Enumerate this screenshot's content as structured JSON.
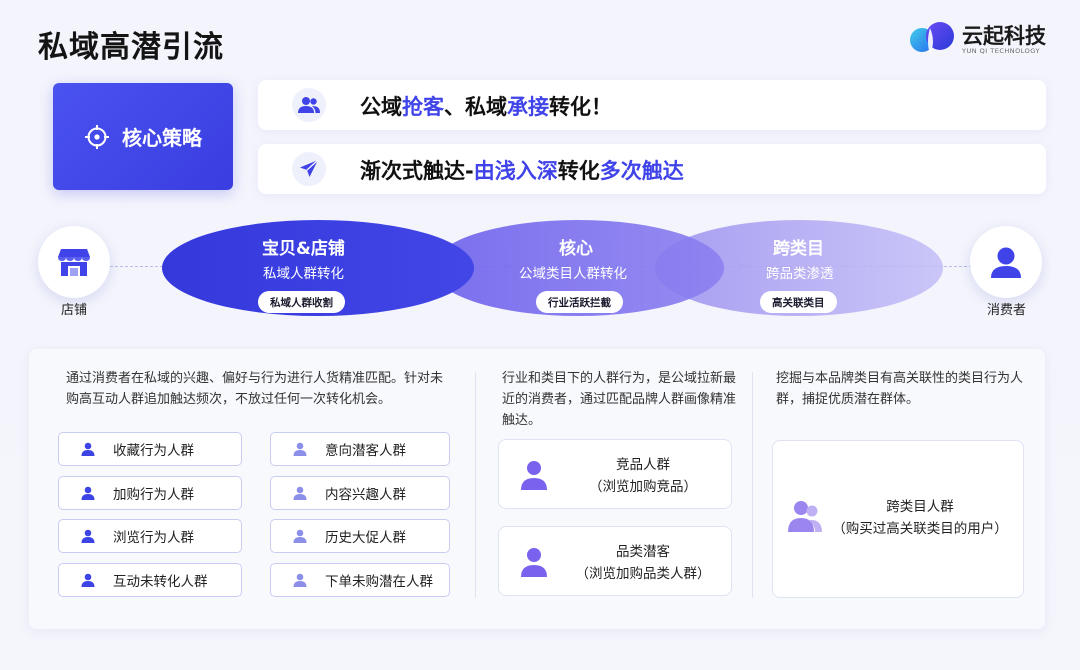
{
  "title": "私域高潜引流",
  "logo": {
    "name": "云起科技",
    "subtitle": "YUN QI TECHNOLOGY",
    "icon": "yunqi-logo-icon"
  },
  "core": {
    "label": "核心策略",
    "icon": "target-icon"
  },
  "strategies": [
    {
      "icon": "users-icon",
      "parts": [
        "公域",
        "抢客",
        "、私域",
        "承接",
        "转化！"
      ]
    },
    {
      "icon": "send-icon",
      "parts": [
        "渐次式触达-",
        "由浅入深",
        "转化",
        "多次触达",
        ""
      ]
    }
  ],
  "flow": {
    "start": {
      "label": "店铺",
      "icon": "store-icon"
    },
    "end": {
      "label": "消费者",
      "icon": "user-icon"
    },
    "stages": [
      {
        "title": "宝贝&店铺",
        "subtitle": "私域人群转化",
        "tag": "私域人群收割"
      },
      {
        "title": "核心",
        "subtitle": "公域类目人群转化",
        "tag": "行业活跃拦截"
      },
      {
        "title": "跨类目",
        "subtitle": "跨品类渗透",
        "tag": "高关联类目"
      }
    ]
  },
  "sections": {
    "private": {
      "description": "通过消费者在私域的兴趣、偏好与行为进行人货精准匹配。针对未购高互动人群追加触达频次，不放过任何一次转化机会。",
      "left_items": [
        "收藏行为人群",
        "加购行为人群",
        "浏览行为人群",
        "互动未转化人群"
      ],
      "right_items": [
        "意向潜客人群",
        "内容兴趣人群",
        "历史大促人群",
        "下单未购潜在人群"
      ]
    },
    "core": {
      "description": "行业和类目下的人群行为，是公域拉新最近的消费者，通过匹配品牌人群画像精准触达。",
      "cards": [
        {
          "title": "竞品人群",
          "note": "（浏览加购竞品）"
        },
        {
          "title": "品类潜客",
          "note": "（浏览加购品类人群）"
        }
      ]
    },
    "cross": {
      "description": "挖掘与本品牌类目有高关联性的类目行为人群，捕捉优质潜在群体。",
      "card": {
        "title": "跨类目人群",
        "note": "（购买过高关联类目的用户）"
      }
    }
  },
  "colors": {
    "accent": "#3f43e8",
    "stage1": "#3b3fe0",
    "stage2": "#7b72ec",
    "stage3": "#b3acf3",
    "chip_icon_dark": "#3c44e6",
    "chip_icon_light": "#8b8fe8"
  }
}
